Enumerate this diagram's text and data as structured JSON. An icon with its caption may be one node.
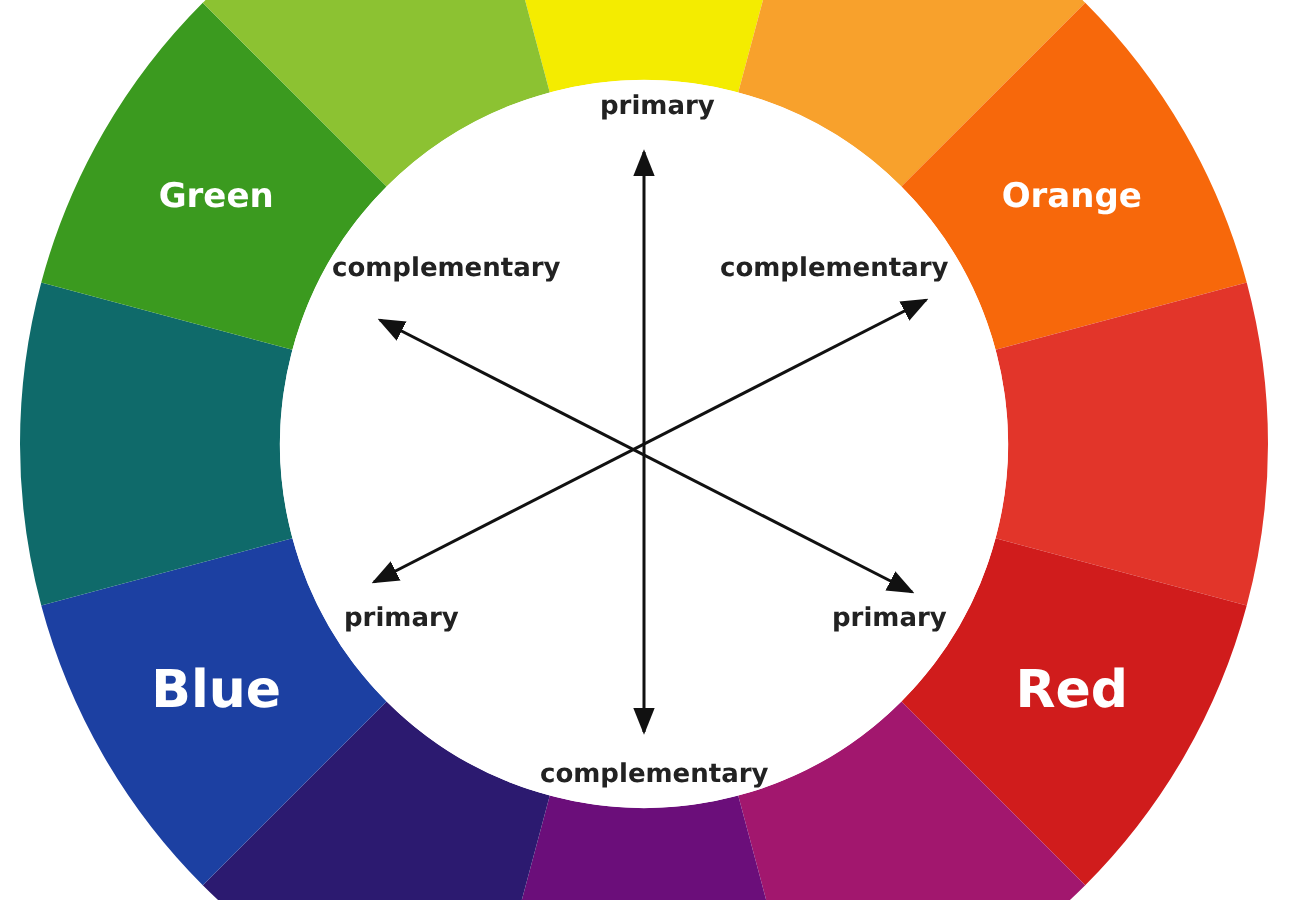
{
  "diagram": {
    "nodes": [
      {
        "text": [],
        "shape": "wedge"
      },
      {
        "text": [],
        "shape": "wedge"
      },
      {
        "text": [
          "Orange"
        ]
      },
      {
        "text": [],
        "shape": "wedge"
      },
      {
        "text": [
          "Red"
        ]
      },
      {
        "text": [],
        "shape": "wedge"
      },
      {
        "text": [],
        "shape": "wedge"
      },
      {
        "text": [],
        "shape": "wedge"
      },
      {
        "text": [
          "Blue"
        ]
      },
      {
        "text": [],
        "shape": "wedge"
      },
      {
        "text": [
          "Green"
        ]
      },
      {
        "text": [],
        "shape": "wedge"
      },
      {
        "text": [
          "primary"
        ]
      },
      {
        "text": [
          "complementary"
        ]
      },
      {
        "text": [
          "complementary"
        ]
      },
      {
        "text": [
          "primary"
        ]
      },
      {
        "text": [
          "primary"
        ]
      },
      {
        "text": [
          "complementary"
        ]
      }
    ],
    "edges": [
      {
        "from": 12,
        "to": 17,
        "arrow": "both"
      },
      {
        "from": 13,
        "to": 16,
        "arrow": "both"
      },
      {
        "from": 14,
        "to": 15,
        "arrow": "both"
      }
    ]
  }
}
